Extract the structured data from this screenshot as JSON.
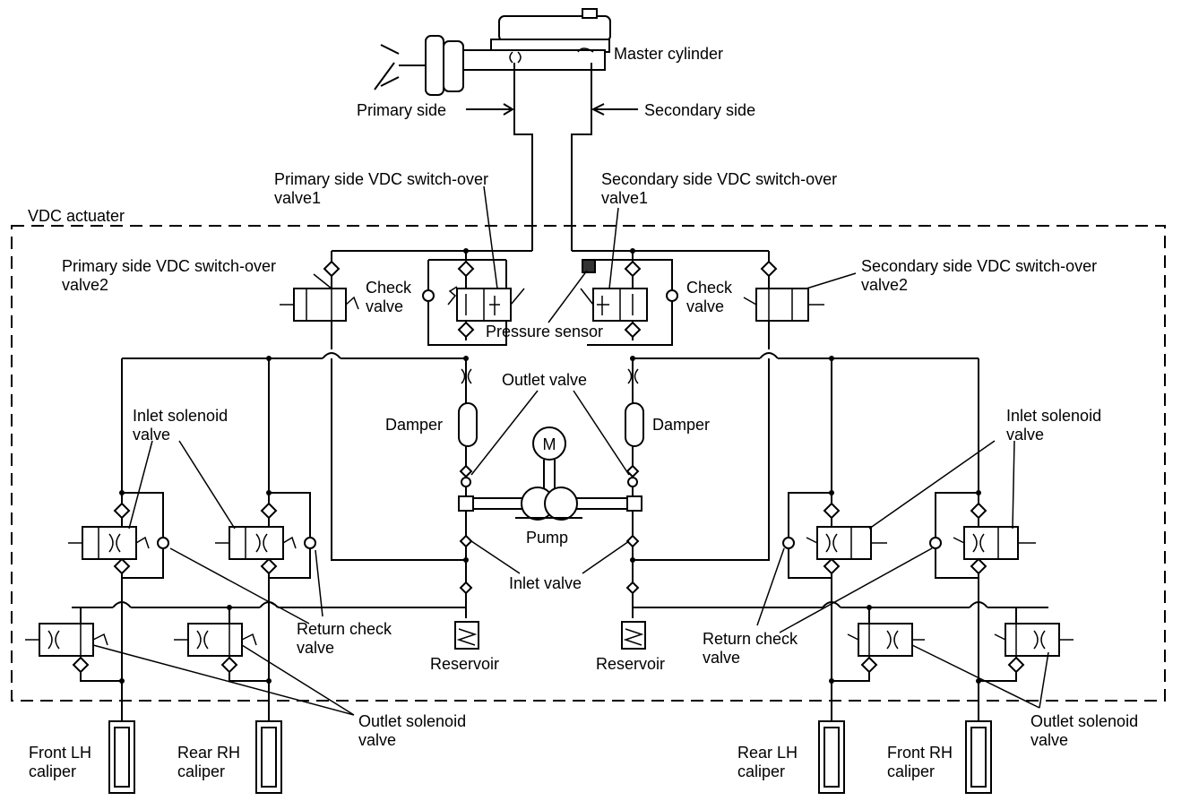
{
  "labels": {
    "master_cylinder": "Master cylinder",
    "primary_side": "Primary side",
    "secondary_side": "Secondary side",
    "primary_switch1_line1": "Primary side VDC switch-over",
    "primary_switch1_line2": "valve1",
    "secondary_switch1_line1": "Secondary side VDC switch-over",
    "secondary_switch1_line2": "valve1",
    "vdc_actuator": "VDC actuater",
    "primary_switch2_line1": "Primary side VDC switch-over",
    "primary_switch2_line2": "valve2",
    "secondary_switch2_line1": "Secondary side VDC switch-over",
    "secondary_switch2_line2": "valve2",
    "check_valve_line1": "Check",
    "check_valve_line2": "valve",
    "pressure_sensor": "Pressure sensor",
    "outlet_valve": "Outlet valve",
    "damper": "Damper",
    "inlet_solenoid_line1": "Inlet solenoid",
    "inlet_solenoid_line2": "valve",
    "pump": "Pump",
    "motor_symbol": "M",
    "inlet_valve": "Inlet valve",
    "return_check_line1": "Return check",
    "return_check_line2": "valve",
    "reservoir": "Reservoir",
    "outlet_solenoid_line1": "Outlet solenoid",
    "outlet_solenoid_line2": "valve",
    "front_lh_line1": "Front LH",
    "rear_rh_line1": "Rear RH",
    "rear_lh_line1": "Rear LH",
    "front_rh_line1": "Front RH",
    "caliper": "caliper"
  }
}
